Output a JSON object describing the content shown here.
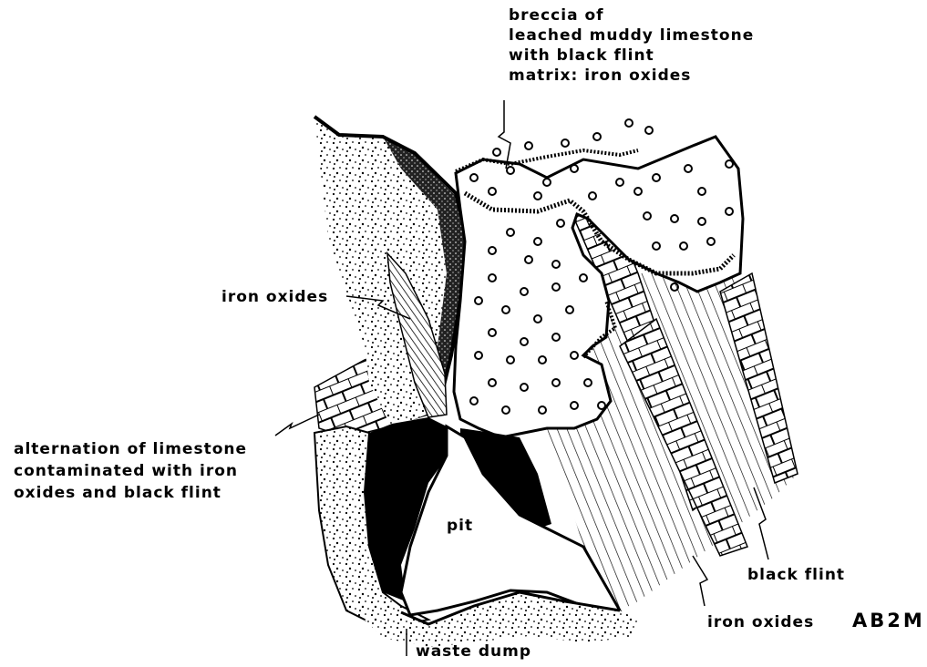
{
  "labels": {
    "breccia": [
      "breccia of",
      "leached muddy limestone",
      "with black flint",
      "matrix: iron oxides"
    ],
    "iron_oxides_left": "iron oxides",
    "alternation": [
      "alternation of limestone",
      "contaminated with iron",
      "oxides and black flint"
    ],
    "pit": "pit",
    "waste_dump": "waste dump",
    "black_flint": "black flint",
    "iron_oxides_bottom": "iron oxides",
    "figure_code": "AB2M"
  },
  "colors": {
    "ink": "#000000",
    "paper": "#ffffff"
  }
}
